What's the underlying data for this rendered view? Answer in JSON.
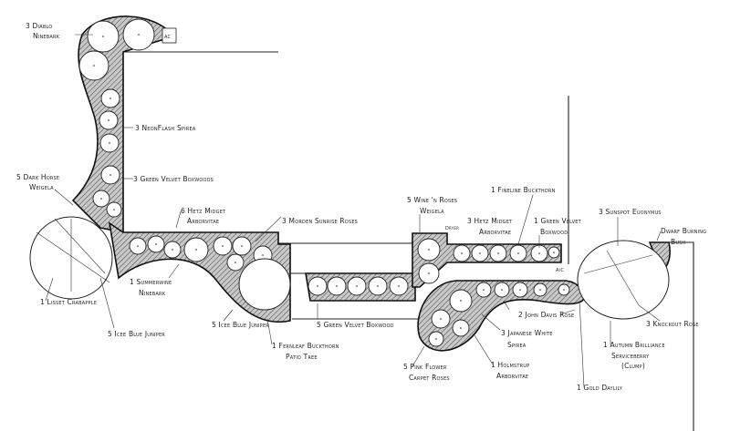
{
  "title": "Landscape planting plan",
  "equipment": {
    "ac_unit": "AC",
    "ac_small": "A/C",
    "dryer": "Dryer"
  },
  "labels": {
    "diablo_1": "3 Diablo",
    "diablo_2": "Ninebark",
    "neonflash": "3 NeonFlash Spirea",
    "gv_boxwoods": "3 Green Velvet Boxwoods",
    "darkhorse_1": "5 Dark Horse",
    "darkhorse_2": "Weigela",
    "hetz6_1": "6 Hetz Midget",
    "hetz6_2": "Arborvitae",
    "morden": "3 Morden Sunrise Roses",
    "summerwine_1": "1 Summerwine",
    "summerwine_2": "Ninebark",
    "crabapple": "1 Lisset Crabapple",
    "icee_1": "5 Icee Blue Juniper",
    "icee_2": "5 Icee Blue Juniper",
    "gv_boxwood5": "5 Green Velvet Boxwood",
    "fernleaf_1": "1 Fernleaf Buckthorn",
    "fernleaf_2": "Patio Tree",
    "wine_1": "5 Wine 'n Roses",
    "wine_2": "Weigela",
    "hetz3_1": "3 Hetz Midget",
    "hetz3_2": "Arborvitae",
    "fineline": "1 Fineline Buckthorn",
    "gv1_1": "1 Green Velvet",
    "gv1_2": "Boxwood",
    "sunspot": "3 Sunspot Euonymus",
    "burning_1": "Dwarf Burning",
    "burning_2": "Bush",
    "johndavis": "2 John Davis Rose",
    "spirea_1": "3 Japanese White",
    "spirea_2": "Spirea",
    "knockout": "3 Knockout Rose",
    "service_1": "1 Autumn Brilliance",
    "service_2": "Serviceberry",
    "service_3": "(Clump)",
    "carpet_1": "5 Pink Flower",
    "carpet_2": "Carpet Roses",
    "holmstrup_1": "1 Holmstrup",
    "holmstrup_2": "Arborvitae",
    "daylily": "1 Gold Daylily"
  }
}
